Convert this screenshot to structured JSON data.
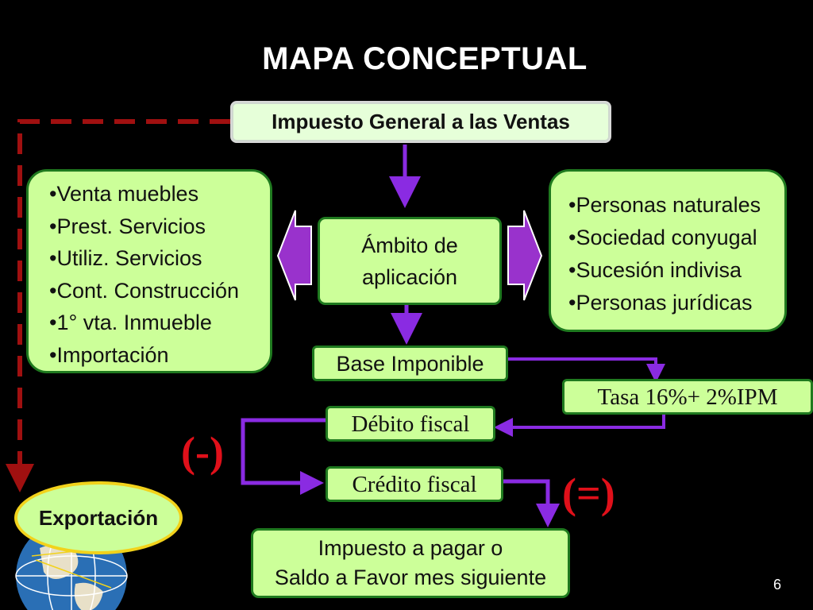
{
  "title": "MAPA CONCEPTUAL",
  "root": "Impuesto General a las Ventas",
  "center": [
    "Ámbito de",
    "aplicación"
  ],
  "left_items": [
    "•Venta muebles",
    "•Prest. Servicios",
    "•Utiliz. Servicios",
    "•Cont. Construcción",
    "•1° vta. Inmueble",
    "•Importación"
  ],
  "right_items": [
    "•Personas naturales",
    "•Sociedad conyugal",
    "•Sucesión indivisa",
    "•Personas jurídicas"
  ],
  "base": "Base Imponible",
  "rate": "Tasa 16%+ 2%IPM",
  "debit": "Débito fiscal",
  "credit": "Crédito fiscal",
  "minus": "(-)",
  "equals": "(=)",
  "result": [
    "Impuesto a pagar o",
    "Saldo a Favor mes siguiente"
  ],
  "export": "Exportación",
  "page_number": "6",
  "colors": {
    "box_fill": "#ccff99",
    "box_border": "#1f7a1f",
    "arrow": "#8a2be2",
    "dashed_arrow": "#a01010",
    "sign": "#e0101a",
    "export_border": "#f2d21b"
  }
}
